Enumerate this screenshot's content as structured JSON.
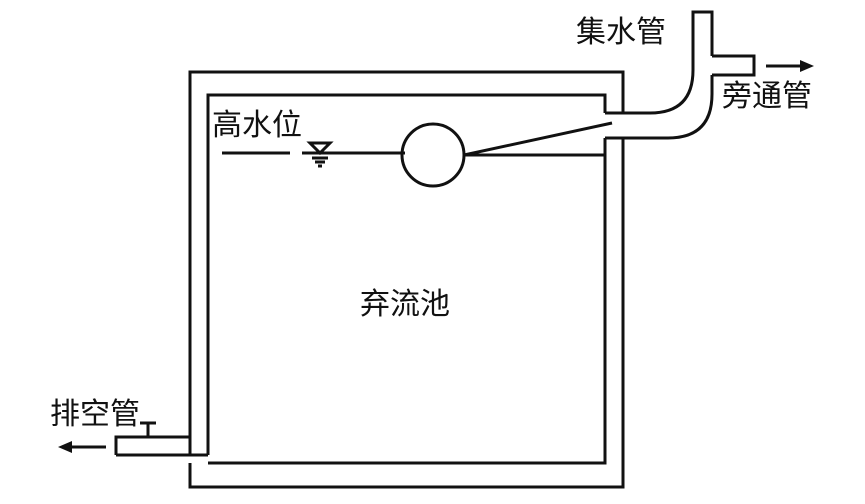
{
  "labels": {
    "collector_pipe": "集水管",
    "bypass_pipe": "旁通管",
    "high_water_level": "高水位",
    "diversion_tank": "弃流池",
    "drain_pipe": "排空管"
  }
}
